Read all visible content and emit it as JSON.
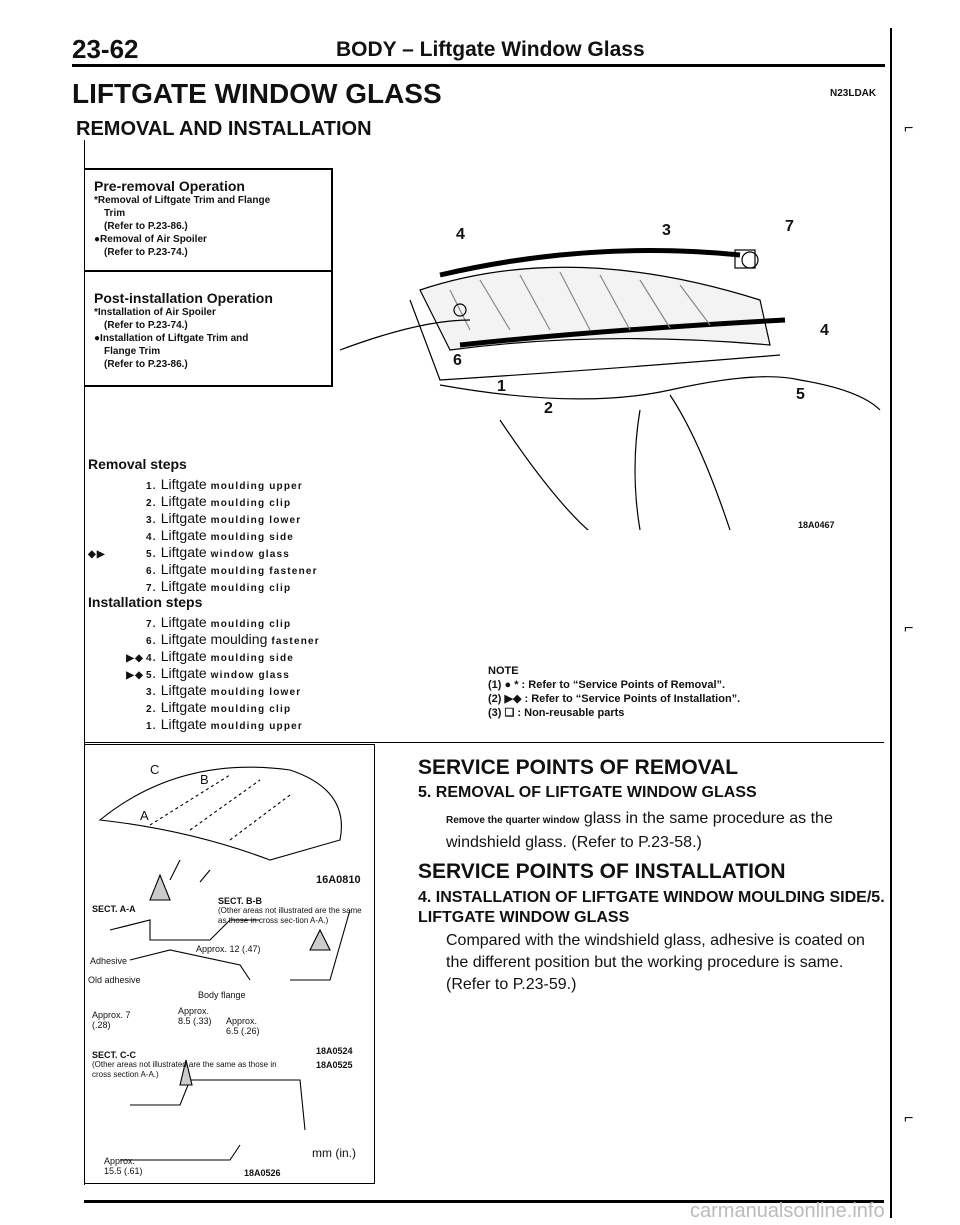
{
  "header": {
    "page_number": "23-62",
    "title": "BODY – Liftgate Window Glass"
  },
  "heading": {
    "title": "LIFTGATE WINDOW GLASS",
    "code": "N23LDAK",
    "subtitle": "REMOVAL AND INSTALLATION"
  },
  "pre_removal": {
    "title": "Pre-removal Operation",
    "lines": [
      "*Removal of Liftgate Trim and Flange",
      "Trim",
      "(Refer to P.23-86.)",
      "●Removal of Air Spoiler",
      "(Refer to P.23-74.)"
    ]
  },
  "post_installation": {
    "title": "Post-installation Operation",
    "lines": [
      "*Installation of Air Spoiler",
      "(Refer to P.23-74.)",
      "●Installation of Liftgate Trim and",
      "Flange Trim",
      "(Refer to P.23-86.)"
    ]
  },
  "removal": {
    "title": "Removal steps",
    "steps": [
      {
        "mark": "",
        "num": "1.",
        "name": "Liftgate",
        "desc": "moulding upper"
      },
      {
        "mark": "",
        "num": "2.",
        "name": "Liftgate",
        "desc": "moulding clip"
      },
      {
        "mark": "",
        "num": "3.",
        "name": "Liftgate",
        "desc": "moulding lower"
      },
      {
        "mark": "",
        "num": "4.",
        "name": "Liftgate",
        "desc": "moulding side"
      },
      {
        "mark": "◆▶",
        "num": "5.",
        "name": "Liftgate",
        "desc": "window glass"
      },
      {
        "mark": "",
        "num": "6.",
        "name": "Liftgate",
        "desc": "moulding fastener"
      },
      {
        "mark": "",
        "num": "7.",
        "name": "Liftgate",
        "desc": "moulding clip"
      }
    ]
  },
  "installation": {
    "title": "Installation steps",
    "steps": [
      {
        "mark": "",
        "num": "7.",
        "name": "Liftgate",
        "desc": "moulding clip"
      },
      {
        "mark": "",
        "num": "6.",
        "name": "Liftgate moulding",
        "desc": "fastener"
      },
      {
        "mark": "▶◆",
        "num": "4.",
        "name": "Liftgate",
        "desc": "moulding side"
      },
      {
        "mark": "▶◆",
        "num": "5.",
        "name": "Liftgate",
        "desc": "window glass"
      },
      {
        "mark": "",
        "num": "3.",
        "name": "Liftgate",
        "desc": "moulding lower"
      },
      {
        "mark": "",
        "num": "2.",
        "name": "Liftgate",
        "desc": "moulding clip"
      },
      {
        "mark": "",
        "num": "1.",
        "name": "Liftgate",
        "desc": "moulding upper"
      }
    ]
  },
  "figure_main": {
    "code": "18A0467",
    "callouts": [
      "4",
      "3",
      "7",
      "4",
      "6",
      "1",
      "2",
      "5"
    ]
  },
  "note": {
    "title": "NOTE",
    "lines": [
      "(1) ● * : Refer to “Service Points of Removal”.",
      "(2) ▶◆ : Refer to “Service Points of Installation”.",
      "(3) ❑ : Non-reusable parts"
    ]
  },
  "figure_sections": {
    "code1": "16A0810",
    "sect_aa": "SECT. A-A",
    "sect_bb": "SECT. B-B",
    "sect_bb_note": "(Other areas not illustrated are the same as those in cross sec-tion A-A.)",
    "approx_12": "Approx. 12 (.47)",
    "adhesive": "Adhesive",
    "old_adhesive": "Old adhesive",
    "body_flange": "Body flange",
    "approx_7": "Approx. 7 (.28)",
    "approx_85": "Approx. 8.5 (.33)",
    "approx_65": "Approx. 6.5 (.26)",
    "sect_cc": "SECT. C-C",
    "sect_cc_note": "(Other areas not illustrated are the same as those in cross section A-A.)",
    "code2": "18A0524",
    "code3": "18A0525",
    "approx_155": "Approx. 15.5 (.61)",
    "unit": "mm (in.)",
    "code4": "18A0526",
    "labels_c": "C",
    "labels_b": "B",
    "labels_a": "A"
  },
  "service_removal": {
    "title": "SERVICE POINTS OF REMOVAL",
    "sub": "5. REMOVAL OF LIFTGATE WINDOW GLASS",
    "text_lead": "Remove the quarter window",
    "text_rest": "glass in the same procedure as the windshield glass. (Refer to P.23-58.)"
  },
  "service_installation": {
    "title": "SERVICE POINTS OF INSTALLATION",
    "sub": "4. INSTALLATION OF LIFTGATE WINDOW MOULDING SIDE/5. LIFTGATE WINDOW GLASS",
    "text": "Compared with the windshield glass, adhesive is coated on the different position but the working procedure is same. (Refer to P.23-59.)"
  },
  "footer": {
    "watermark": "carmanualsonline.info"
  }
}
